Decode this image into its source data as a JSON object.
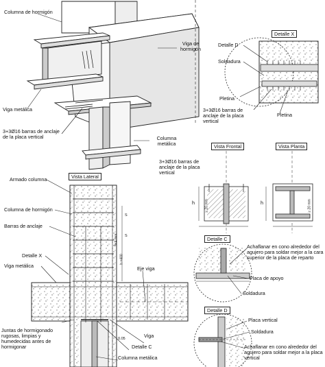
{
  "iso": {
    "columna_hormigon": "Columna de hormigón",
    "viga_hormigon": "Viga de hormigón",
    "viga_metalica": "Viga metálica",
    "barras_anclaje": "3+3Ø16 barras de anclaje de la placa vertical",
    "columna_metalica": "Columna metálica"
  },
  "detalle_x": {
    "title": "Detalle X",
    "detalle_d": "Detalle D",
    "soldadura": "Soldadura",
    "pletina_1": "Pletina",
    "barras": "3+3Ø16 barras de anclaje de la placa vertical",
    "pletina_2": "Pletina"
  },
  "vista_frontal": {
    "title": "Vista Frontal",
    "barras": "3+3Ø16 barras de anclaje de la placa vertical",
    "dim_h": "h",
    "dim_20": "≥ 20 mm"
  },
  "vista_planta": {
    "title": "Vista Planta",
    "dim_h": "h",
    "dim_20": "≥ 20 mm"
  },
  "vista_lateral": {
    "title": "Vista Lateral",
    "armado_columna": "Armado columna",
    "columna_hormigon": "Columna de hormigón",
    "barras_anclaje": "Barras de anclaje",
    "detalle_x": "Detalle X",
    "viga_metalica": "Viga metálica",
    "juntas": "Juntas de hormigonado rugosas, limpias y humedecidas antes de hormigonar",
    "dim_s": "S",
    "dim_s2": "S",
    "dim_s3": "S<4 mm",
    "dim_h": "h +400",
    "dim_005": "0.05",
    "eje_viga": "Eje viga",
    "viga": "Viga",
    "detalle_c": "Detalle C",
    "columna_metalica": "Columna metálica"
  },
  "detalle_c": {
    "title": "Detalle C",
    "achaflanar": "Achaflanar en cono alrededor del agujero para soldar mejor a la cara superior de la placa de reparto",
    "placa_apoyo": "Placa de apoyo",
    "soldadura": "Soldadura"
  },
  "detalle_d": {
    "title": "Detalle D",
    "placa_vertical": "Placa vertical",
    "soldadura": "Soldadura",
    "achaflanar": "Achaflanar en cono alrededor del agujero para soldar mejor a la placa vertical"
  }
}
